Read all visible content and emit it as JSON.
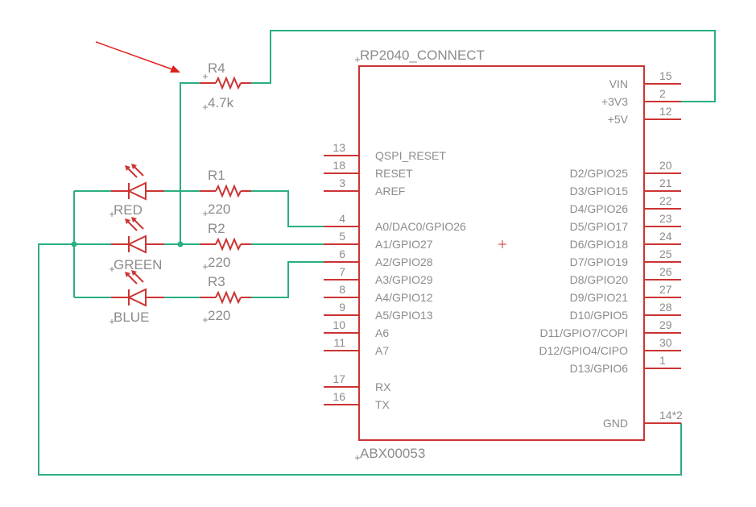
{
  "chip": {
    "name": "RP2040_CONNECT",
    "value": "ABX00053",
    "left_pins": [
      {
        "num": "13",
        "label": "QSPI_RESET"
      },
      {
        "num": "18",
        "label": "RESET"
      },
      {
        "num": "3",
        "label": "AREF"
      },
      {
        "num": "4",
        "label": "A0/DAC0/GPIO26"
      },
      {
        "num": "5",
        "label": "A1/GPIO27"
      },
      {
        "num": "6",
        "label": "A2/GPIO28"
      },
      {
        "num": "7",
        "label": "A3/GPIO29"
      },
      {
        "num": "8",
        "label": "A4/GPIO12"
      },
      {
        "num": "9",
        "label": "A5/GPIO13"
      },
      {
        "num": "10",
        "label": "A6"
      },
      {
        "num": "11",
        "label": "A7"
      },
      {
        "num": "17",
        "label": "RX"
      },
      {
        "num": "16",
        "label": "TX"
      }
    ],
    "right_pins": [
      {
        "num": "15",
        "label": "VIN"
      },
      {
        "num": "2",
        "label": "+3V3"
      },
      {
        "num": "12",
        "label": "+5V"
      },
      {
        "num": "20",
        "label": "D2/GPIO25"
      },
      {
        "num": "21",
        "label": "D3/GPIO15"
      },
      {
        "num": "22",
        "label": "D4/GPIO26"
      },
      {
        "num": "23",
        "label": "D5/GPIO17"
      },
      {
        "num": "24",
        "label": "D6/GPIO18"
      },
      {
        "num": "25",
        "label": "D7/GPIO19"
      },
      {
        "num": "26",
        "label": "D8/GPIO20"
      },
      {
        "num": "27",
        "label": "D9/GPIO21"
      },
      {
        "num": "28",
        "label": "D10/GPIO5"
      },
      {
        "num": "29",
        "label": "D11/GPIO7/COPI"
      },
      {
        "num": "30",
        "label": "D12/GPIO4/CIPO"
      },
      {
        "num": "1",
        "label": "D13/GPIO6"
      },
      {
        "num": "14*2",
        "label": "GND"
      }
    ]
  },
  "resistors": [
    {
      "name": "R4",
      "value": "4.7k"
    },
    {
      "name": "R1",
      "value": "220"
    },
    {
      "name": "R2",
      "value": "220"
    },
    {
      "name": "R3",
      "value": "220"
    }
  ],
  "leds": [
    {
      "name": "RED"
    },
    {
      "name": "GREEN"
    },
    {
      "name": "BLUE"
    }
  ],
  "colors": {
    "wire": "#2aaf7f",
    "component": "#cc3434",
    "text": "#8c8c8c",
    "annotation_arrow": "#e02020"
  }
}
